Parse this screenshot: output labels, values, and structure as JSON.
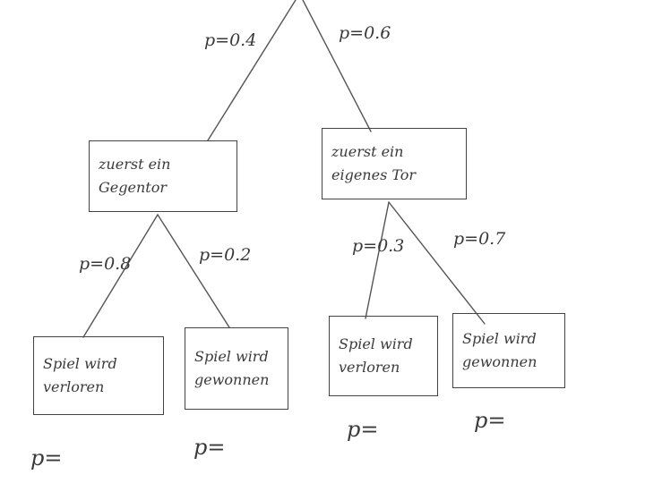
{
  "edges": {
    "root_left": "p=0.4",
    "root_right": "p=0.6",
    "n1_left": "p=0.8",
    "n1_right": "p=0.2",
    "n2_left": "p=0.3",
    "n2_right": "p=0.7"
  },
  "nodes": {
    "n1": {
      "line1": "zuerst ein",
      "line2": "Gegentor"
    },
    "n2": {
      "line1": "zuerst ein",
      "line2": "eigenes Tor"
    },
    "l1": {
      "line1": "Spiel wird",
      "line2": "verloren"
    },
    "l2": {
      "line1": "Spiel wird",
      "line2": "gewonnen"
    },
    "l3": {
      "line1": "Spiel wird",
      "line2": "verloren"
    },
    "l4": {
      "line1": "Spiel wird",
      "line2": "gewonnen"
    }
  },
  "results": {
    "l1": "p=",
    "l2": "p=",
    "l3": "p=",
    "l4": "p="
  }
}
